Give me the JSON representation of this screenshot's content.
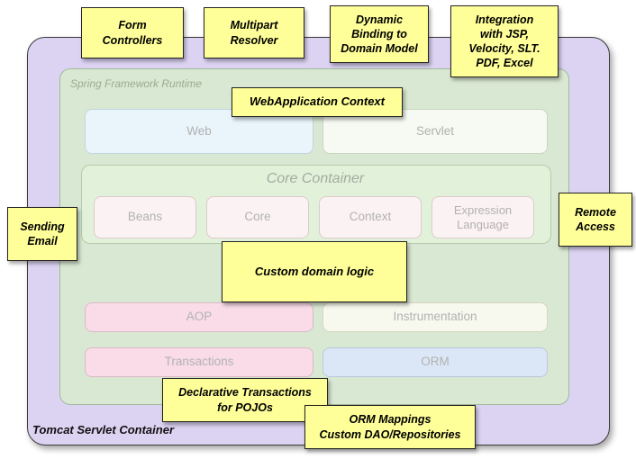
{
  "containers": {
    "tomcat": {
      "label": "Tomcat Servlet Container"
    },
    "runtime": {
      "label": "Spring Framework Runtime"
    }
  },
  "modules": {
    "web": {
      "label": "Web"
    },
    "servlet": {
      "label": "Servlet"
    },
    "core_container": {
      "title": "Core Container"
    },
    "beans": {
      "label": "Beans"
    },
    "core": {
      "label": "Core"
    },
    "context": {
      "label": "Context"
    },
    "expression": {
      "label": "Expression Language"
    },
    "aop": {
      "label": "AOP"
    },
    "instrumentation": {
      "label": "Instrumentation"
    },
    "transactions": {
      "label": "Transactions"
    },
    "orm": {
      "label": "ORM"
    }
  },
  "notes": [
    {
      "id": "form-controllers",
      "text": "Form\nControllers"
    },
    {
      "id": "multipart-resolver",
      "text": "Multipart\nResolver"
    },
    {
      "id": "dynamic-binding",
      "text": "Dynamic\nBinding to\nDomain Model"
    },
    {
      "id": "integration-views",
      "text": "Integration\nwith JSP,\nVelocity, SLT.\nPDF, Excel"
    },
    {
      "id": "webapplication-context",
      "text": "WebApplication Context"
    },
    {
      "id": "sending-email",
      "text": "Sending\nEmail"
    },
    {
      "id": "remote-access",
      "text": "Remote\nAccess"
    },
    {
      "id": "custom-domain-logic",
      "text": "Custom domain logic"
    },
    {
      "id": "declarative-transactions",
      "text": "Declarative Transactions\nfor POJOs"
    },
    {
      "id": "orm-mappings",
      "text": "ORM Mappings\nCustom DAO/Repositories"
    }
  ],
  "colors": {
    "note_fill": "#ffff99",
    "outer_container_fill": "#dcd3f3",
    "runtime_fill": "#d9e8d2",
    "core_container_fill": "#e2f1da",
    "web_fill": "#e9f5fb",
    "aop_fill": "#f9dce8",
    "transactions_fill": "#f9dce8",
    "orm_fill": "#dbe7f7"
  }
}
